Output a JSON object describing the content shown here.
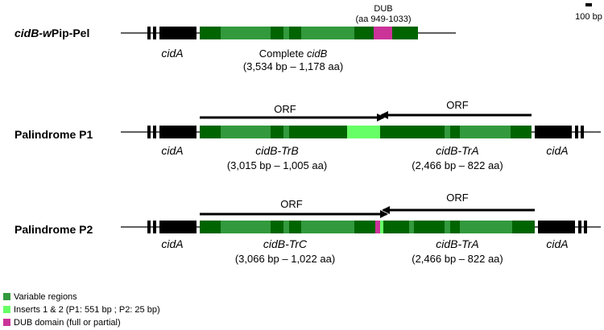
{
  "scale_bar": {
    "label": "100 bp"
  },
  "colors": {
    "backbone": "#000000",
    "cidA": "#000000",
    "cidB_dark": "#006400",
    "variable": "#33993d",
    "insert": "#66ff66",
    "dub": "#cc3399"
  },
  "rows": [
    {
      "label_italic": "cidB-w",
      "label_rest": "Pip-Pel",
      "genes": [
        {
          "name": "cidA"
        },
        {
          "name_prefix": "Complete ",
          "name": "cidB",
          "detail": "(3,534 bp – 1,178 aa)"
        }
      ],
      "dub": {
        "title": "DUB",
        "range": "(aa 949-1033)"
      }
    },
    {
      "label": "Palindrome P1",
      "orf_label": "ORF",
      "genes": [
        {
          "name": "cidA"
        },
        {
          "name": "cidB-TrB",
          "detail": "(3,015 bp – 1,005 aa)"
        },
        {
          "name": "cidB-TrA",
          "detail": "(2,466 bp – 822 aa)"
        },
        {
          "name": "cidA"
        }
      ]
    },
    {
      "label": "Palindrome P2",
      "orf_label": "ORF",
      "genes": [
        {
          "name": "cidA"
        },
        {
          "name": "cidB-TrC",
          "detail": "(3,066 bp – 1,022 aa)"
        },
        {
          "name": "cidB-TrA",
          "detail": "(2,466 bp – 822 aa)"
        },
        {
          "name": "cidA"
        }
      ]
    }
  ],
  "legend": [
    {
      "label": "Variable regions",
      "color": "#33993d"
    },
    {
      "label": "Inserts 1 & 2 (P1: 551 bp ; P2: 25 bp)",
      "color": "#66ff66"
    },
    {
      "label": "DUB domain (full or partial)",
      "color": "#cc3399"
    }
  ]
}
